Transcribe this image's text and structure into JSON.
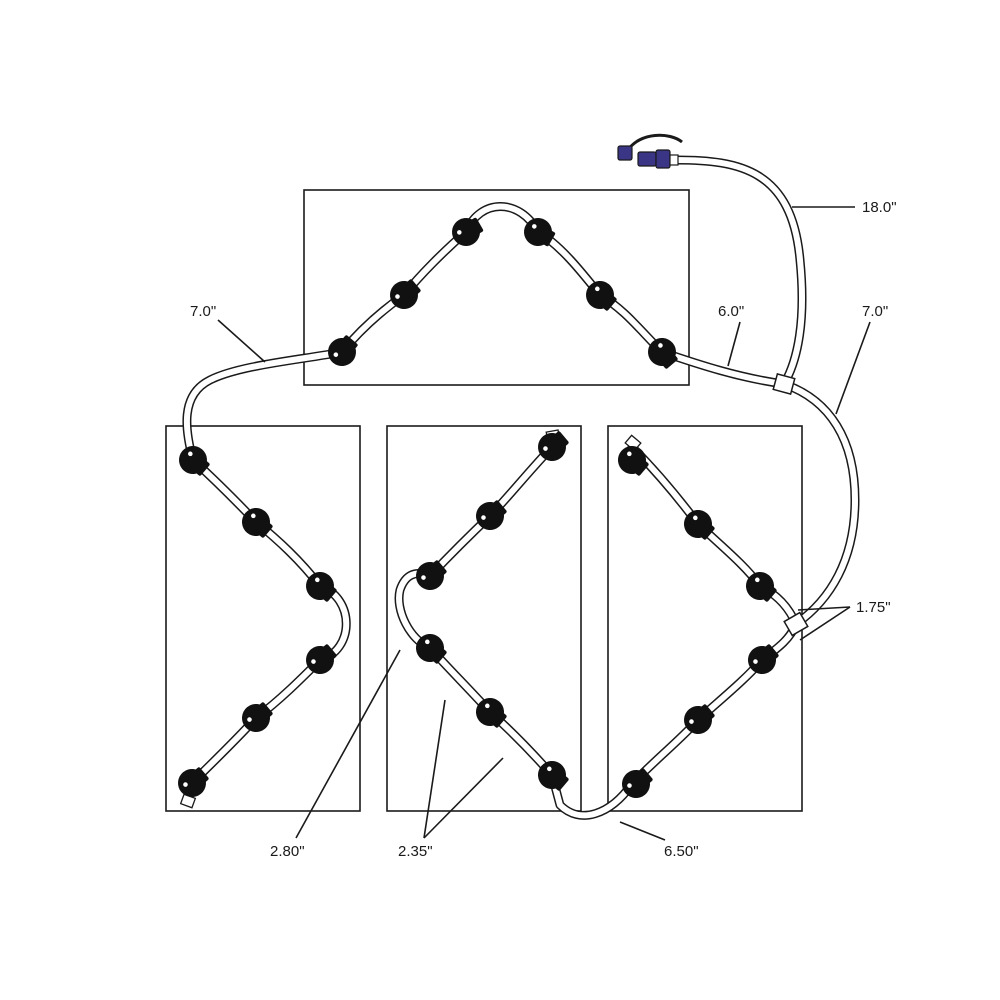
{
  "diagram": {
    "dimension_labels": {
      "supply_length": "18.0\"",
      "left_connector": "7.0\"",
      "top_to_tee": "6.0\"",
      "tee_to_right": "7.0\"",
      "right_branch": "1.75\"",
      "left_panel_loop": "2.80\"",
      "middle_spacing": "2.35\"",
      "bottom_connector": "6.50\""
    },
    "colors": {
      "line": "#1a1a1a",
      "node": "#111111",
      "inlet_fitting": "#3a3585"
    },
    "icons": {
      "node": "suction-cup-mount-icon",
      "inlet": "inlet-fitting-icon",
      "junction": "tee-connector-icon",
      "end": "end-plug-icon"
    }
  }
}
